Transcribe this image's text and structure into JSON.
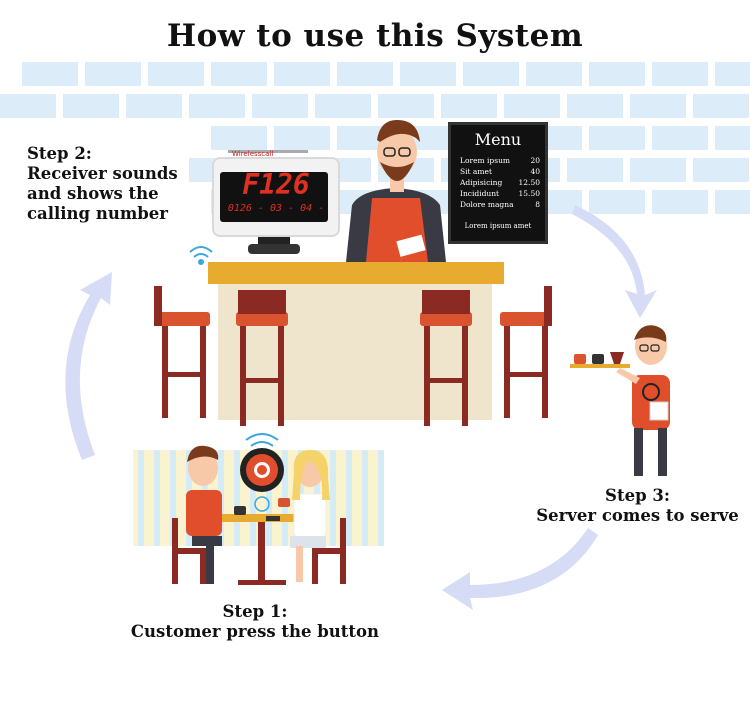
{
  "title": "How to use this System",
  "steps": {
    "step2": {
      "heading": "Step 2:",
      "line1": "Receiver sounds",
      "line2": "and shows the",
      "line3": "calling number"
    },
    "step3": {
      "heading": "Step 3:",
      "line1": "Server comes to serve"
    },
    "step1": {
      "heading": "Step 1:",
      "line1": "Customer press the button"
    }
  },
  "receiver": {
    "brand": "Wirelesscall",
    "number": "F126",
    "datetime": "0126 - 03 - 04 -"
  },
  "menu": {
    "title": "Menu",
    "items": [
      {
        "name": "Lorem ipsum",
        "price": "20"
      },
      {
        "name": "Sit amet",
        "price": "40"
      },
      {
        "name": "Adipisicing",
        "price": "12.50"
      },
      {
        "name": "Incididunt",
        "price": "15.50"
      },
      {
        "name": "Dolore magna",
        "price": "8"
      }
    ],
    "footer": "Lorem ipsum amet"
  },
  "colors": {
    "brick": "#dcecf8",
    "counter_top": "#e7ab2f",
    "counter_body": "#efe4cc",
    "stool": "#8b2a22",
    "stool_seat": "#d9532f",
    "arrow": "#d6dcf5",
    "apron": "#e04e2c",
    "shirt": "#3a3a44",
    "skin": "#f8c9a8",
    "hair": "#7a3b1d"
  },
  "icons": [
    "wifi-icon",
    "call-button-icon",
    "cup-icon",
    "phone-icon"
  ]
}
